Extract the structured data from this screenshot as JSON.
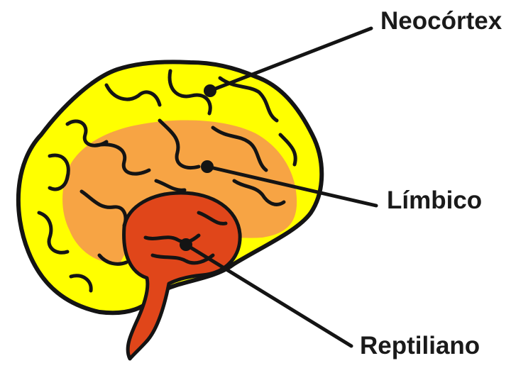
{
  "labels": {
    "neocortex": "Neocórtex",
    "limbico": "Límbico",
    "reptiliano": "Reptiliano"
  },
  "colors": {
    "neocortex": "#ffff00",
    "limbico": "#f7a444",
    "reptiliano": "#e0461a",
    "outline": "#141414",
    "background": "#ffffff"
  }
}
